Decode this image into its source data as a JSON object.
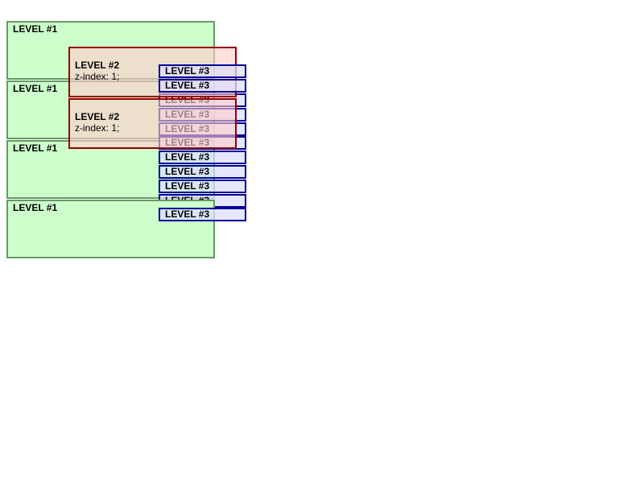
{
  "level1": {
    "label": "LEVEL #1"
  },
  "level2": {
    "label": "LEVEL #2",
    "note": "z-index: 1;"
  },
  "level3": {
    "label": "LEVEL #3"
  },
  "colors": {
    "level1_fill": "#ccffcc",
    "level1_border": "#669966",
    "level2_fill": "#ffcccc",
    "level2_border": "#990000",
    "level3_fill": "#ddddff",
    "level3_border": "#000099"
  }
}
